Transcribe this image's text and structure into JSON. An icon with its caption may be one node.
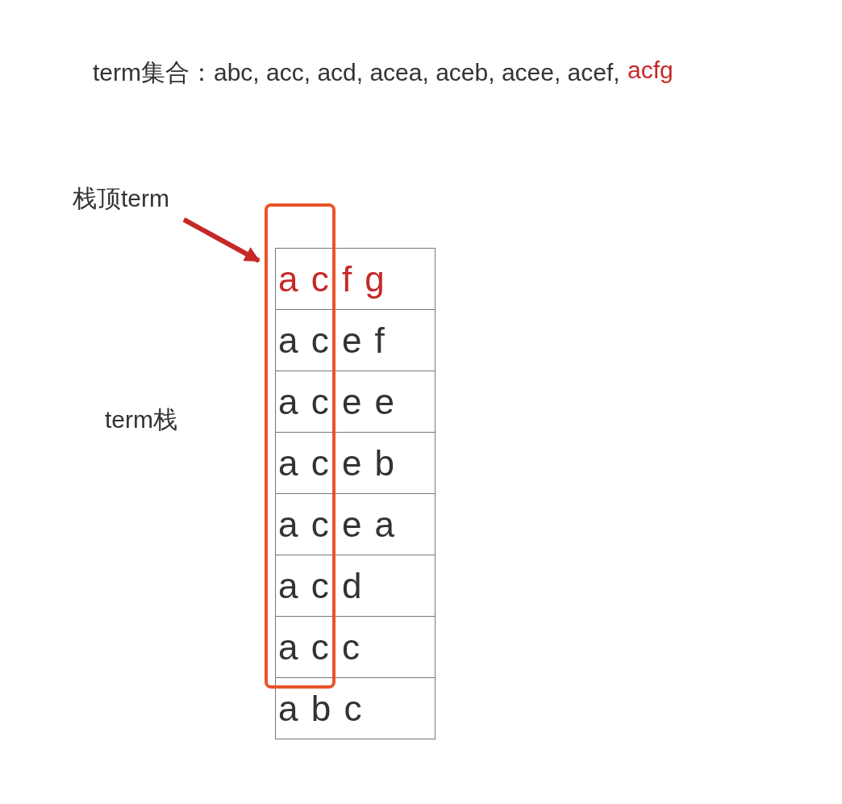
{
  "diagram": {
    "nodes": [
      {
        "text": [
          "栈顶term"
        ]
      },
      {
        "text": [],
        "shape": "box"
      },
      {
        "text": [
          "a c f g"
        ]
      },
      {
        "text": [
          "a c e f"
        ]
      },
      {
        "text": [
          "a c e e"
        ]
      },
      {
        "text": [
          "a c e b"
        ]
      },
      {
        "text": [
          "a c e a"
        ]
      },
      {
        "text": [
          "a c d"
        ]
      },
      {
        "text": [
          "a c c"
        ]
      },
      {
        "text": [
          "a b c"
        ]
      }
    ],
    "edges": [
      {
        "from": 0,
        "to": 2,
        "arrow": "to"
      }
    ],
    "labels": [
      "term集合：abc, acc, acd, acea, aceb, acee, acef,",
      "acfg",
      "term栈"
    ]
  }
}
